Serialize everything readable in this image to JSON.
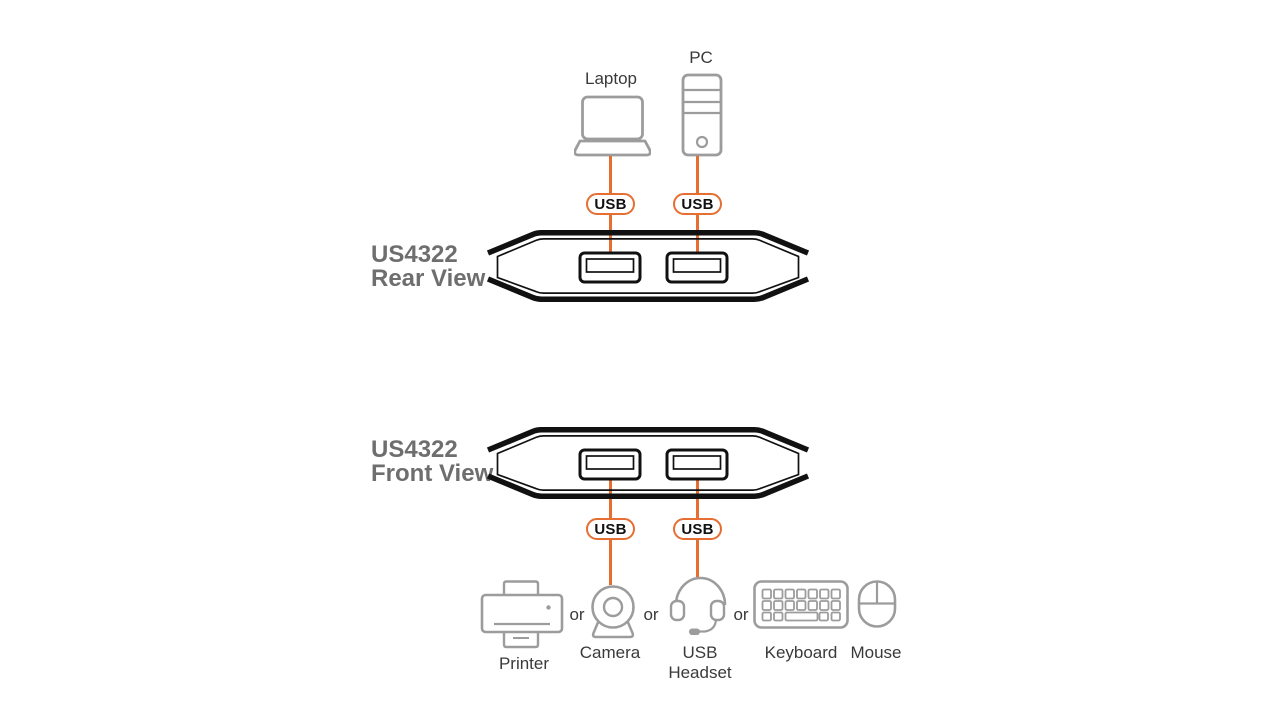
{
  "diagram": {
    "sources": {
      "laptop": "Laptop",
      "pc": "PC"
    },
    "switch": {
      "rear": {
        "model": "US4322",
        "view": "Rear View"
      },
      "front": {
        "model": "US4322",
        "view": "Front View"
      }
    },
    "cable_tag": "USB",
    "conjunction": "or",
    "peripherals": {
      "printer": "Printer",
      "camera": "Camera",
      "headset_line1": "USB",
      "headset_line2": "Headset",
      "keyboard": "Keyboard",
      "mouse": "Mouse"
    },
    "colors": {
      "cable_orange": "#E66E32",
      "icon_gray": "#9C9C9C",
      "title_gray": "#6E6E6E",
      "outline_black": "#111111"
    }
  }
}
